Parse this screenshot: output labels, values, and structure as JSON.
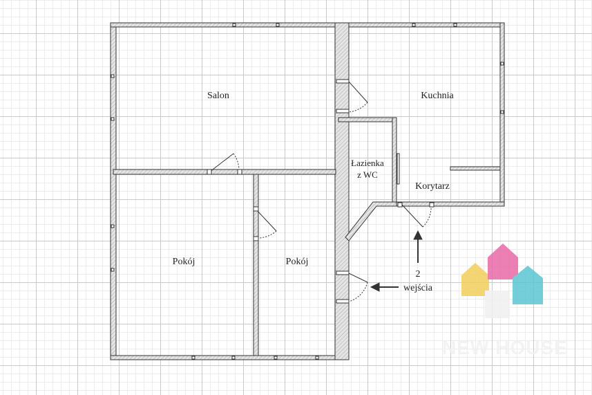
{
  "rooms": {
    "salon": "Salon",
    "kuchnia": "Kuchnia",
    "lazienka_line1": "Łazienka",
    "lazienka_line2": "z WC",
    "korytarz": "Korytarz",
    "pokoj_left": "Pokój",
    "pokoj_right": "Pokój"
  },
  "entrances": {
    "count": "2",
    "label": "wejścia"
  },
  "watermark": {
    "brand": "NEW HOUSE",
    "colors": [
      "#f2cf5b",
      "#e96aa8",
      "#5cc6d4"
    ]
  },
  "colors": {
    "wall_fill": "#d9d9d9",
    "wall_stroke": "#333333",
    "arrow": "#333333"
  }
}
